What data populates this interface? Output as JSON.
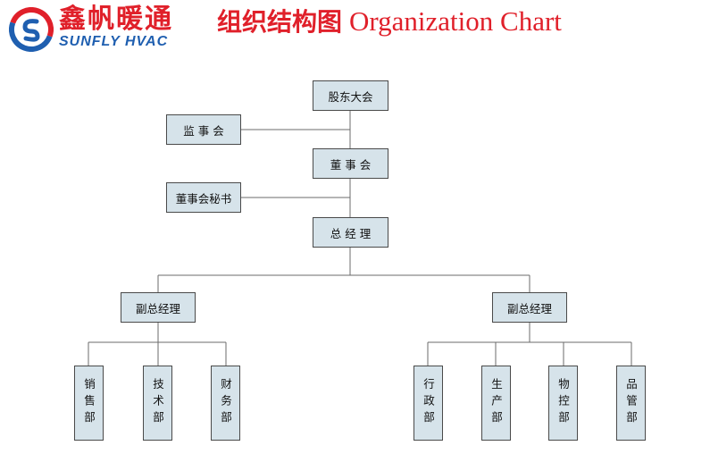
{
  "header": {
    "brand_cn": "鑫帆暖通",
    "brand_en": "SUNFLY HVAC",
    "title_cn": "组织结构图",
    "title_en": "Organization Chart"
  },
  "colors": {
    "brand_red": "#e0202a",
    "brand_blue": "#1f5fb0",
    "box_fill": "#d6e3ea"
  },
  "org": {
    "shareholders": "股东大会",
    "supervisors": "监 事 会",
    "board": "董 事 会",
    "board_secretary": "董事会秘书",
    "general_manager": "总 经 理",
    "vp_left": "副总经理",
    "vp_right": "副总经理",
    "departments_left": [
      "销售部",
      "技术部",
      "财务部"
    ],
    "departments_right": [
      "行政部",
      "生产部",
      "物控部",
      "品管部"
    ]
  }
}
